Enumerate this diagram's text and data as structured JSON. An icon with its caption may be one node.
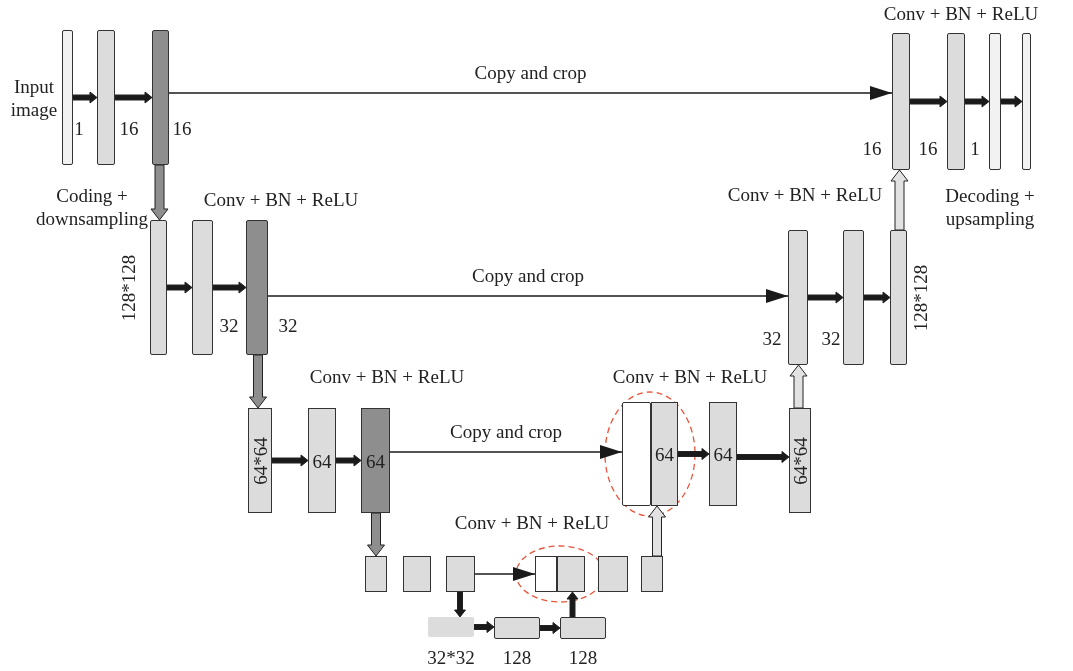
{
  "diagram": {
    "nodes": [
      {
        "text": [],
        "shape": "bar",
        "beside": [
          "1"
        ]
      },
      {
        "text": [],
        "shape": "bar",
        "beside": [
          "16"
        ]
      },
      {
        "text": [],
        "shape": "bar",
        "beside": [
          "16"
        ]
      },
      {
        "text": [],
        "shape": "bar",
        "beside": [
          "16"
        ]
      },
      {
        "text": [],
        "shape": "bar",
        "beside": [
          "16"
        ]
      },
      {
        "text": [],
        "shape": "bar",
        "beside": [
          "1"
        ]
      },
      {
        "text": [],
        "shape": "bar"
      },
      {
        "text": [],
        "shape": "bar",
        "beside": [
          "128*128"
        ]
      },
      {
        "text": [],
        "shape": "bar",
        "beside": [
          "32"
        ]
      },
      {
        "text": [],
        "shape": "bar",
        "beside": [
          "32"
        ]
      },
      {
        "text": [],
        "shape": "bar",
        "beside": [
          "32"
        ]
      },
      {
        "text": [],
        "shape": "bar",
        "beside": [
          "32"
        ]
      },
      {
        "text": [],
        "shape": "bar",
        "beside": [
          "128*128"
        ]
      },
      {
        "text": [
          "64*64"
        ]
      },
      {
        "text": [
          "64"
        ]
      },
      {
        "text": [
          "64"
        ]
      },
      {
        "text": [],
        "shape": "bar"
      },
      {
        "text": [
          "64"
        ]
      },
      {
        "text": [
          "64"
        ]
      },
      {
        "text": [
          "64*64"
        ]
      },
      {
        "text": [],
        "shape": "box"
      },
      {
        "text": [],
        "shape": "box"
      },
      {
        "text": [],
        "shape": "box"
      },
      {
        "text": [],
        "shape": "box"
      },
      {
        "text": [],
        "shape": "box"
      },
      {
        "text": [],
        "shape": "box"
      },
      {
        "text": [],
        "shape": "box"
      },
      {
        "text": [],
        "shape": "bar",
        "beside": [
          "32*32"
        ]
      },
      {
        "text": [],
        "shape": "bar",
        "beside": [
          "128"
        ]
      },
      {
        "text": [],
        "shape": "bar",
        "beside": [
          "128"
        ]
      }
    ],
    "edges": [
      {
        "from": 0,
        "to": 1,
        "arrow": "to",
        "style": "thick"
      },
      {
        "from": 1,
        "to": 2,
        "arrow": "to",
        "style": "thick"
      },
      {
        "from": 2,
        "to": 3,
        "arrow": "to",
        "label": "Copy and crop"
      },
      {
        "from": 3,
        "to": 4,
        "arrow": "to",
        "style": "thick"
      },
      {
        "from": 4,
        "to": 5,
        "arrow": "to",
        "style": "thick"
      },
      {
        "from": 5,
        "to": 6,
        "arrow": "to",
        "style": "thick"
      },
      {
        "from": 2,
        "to": 7,
        "arrow": "to",
        "style": "thick",
        "color": "#8e8e8e"
      },
      {
        "from": 7,
        "to": 8,
        "arrow": "to",
        "style": "thick"
      },
      {
        "from": 8,
        "to": 9,
        "arrow": "to",
        "style": "thick"
      },
      {
        "from": 9,
        "to": 10,
        "arrow": "to",
        "label": "Copy and crop"
      },
      {
        "from": 10,
        "to": 11,
        "arrow": "to",
        "style": "thick"
      },
      {
        "from": 11,
        "to": 12,
        "arrow": "to",
        "style": "thick"
      },
      {
        "from": 12,
        "to": 3,
        "arrow": "to",
        "style": "thick",
        "color": "#e2e2e2"
      },
      {
        "from": 9,
        "to": 13,
        "arrow": "to",
        "style": "thick",
        "color": "#8e8e8e"
      },
      {
        "from": 13,
        "to": 14,
        "arrow": "to",
        "style": "thick"
      },
      {
        "from": 14,
        "to": 15,
        "arrow": "to",
        "style": "thick"
      },
      {
        "from": 15,
        "to": 16,
        "arrow": "to",
        "label": "Copy and crop"
      },
      {
        "from": 17,
        "to": 18,
        "arrow": "to",
        "style": "thick"
      },
      {
        "from": 18,
        "to": 19,
        "arrow": "to",
        "style": "thick"
      },
      {
        "from": 19,
        "to": 10,
        "arrow": "to",
        "style": "thick",
        "color": "#e2e2e2"
      },
      {
        "from": 15,
        "to": 20,
        "arrow": "to",
        "style": "thick",
        "color": "#8e8e8e"
      },
      {
        "from": 22,
        "to": 23,
        "arrow": "to"
      },
      {
        "from": 22,
        "to": 27,
        "arrow": "to",
        "style": "thick"
      },
      {
        "from": 27,
        "to": 28,
        "arrow": "to",
        "style": "thick"
      },
      {
        "from": 28,
        "to": 29,
        "arrow": "to",
        "style": "thick"
      },
      {
        "from": 29,
        "to": 24,
        "arrow": "to",
        "style": "thick"
      },
      {
        "from": 26,
        "to": 17,
        "arrow": "to",
        "style": "thick",
        "color": "#e2e2e2"
      }
    ],
    "labels": [
      "Conv + BN + ReLU",
      "Input image",
      "Coding + downsampling",
      "Conv + BN + ReLU",
      "Decoding + upsampling",
      "Conv + BN + ReLU",
      "Conv + BN + ReLU",
      "Conv + BN + ReLU",
      "Conv + BN + ReLU"
    ]
  }
}
